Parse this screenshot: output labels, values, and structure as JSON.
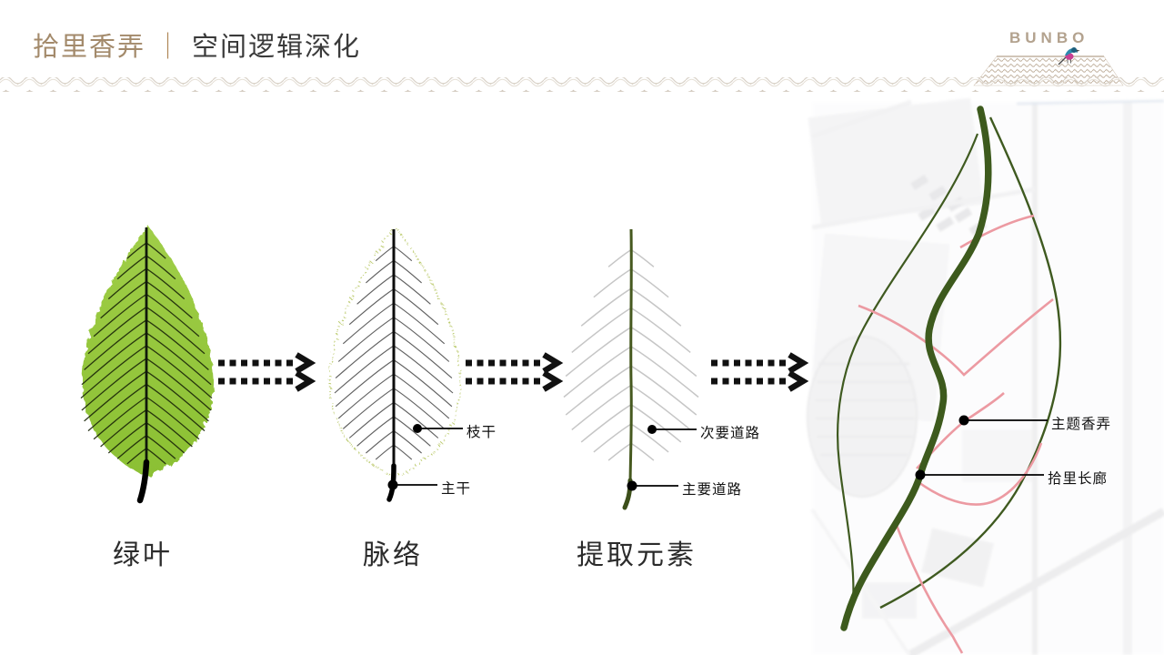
{
  "header": {
    "title_primary": "拾里香弄",
    "title_divider": "｜",
    "title_secondary": "空间逻辑深化"
  },
  "logo": {
    "brand": "BUNBO",
    "icon": "tiled-roof-with-bird"
  },
  "diagram": {
    "captions": {
      "step1": "绿叶",
      "step2": "脉络",
      "step3": "提取元素"
    },
    "callouts": {
      "branch": "枝干",
      "trunk": "主干",
      "secondary_road": "次要道路",
      "main_road": "主要道路",
      "theme_lane": "主题香弄",
      "corridor": "拾里长廊"
    },
    "icons": {
      "arrow": "double-dashed-arrow-right",
      "divider": "wavy-lace-line"
    }
  },
  "colors": {
    "title_accent": "#a38a6b",
    "title_dark": "#3a3a3a",
    "leaf_green": "#97c83d",
    "vein_dark": "#1b2609",
    "outline_dot_green": "#b9c968",
    "extract_center_green": "#46591f",
    "branch_gray": "#c6c6c6",
    "spine_green": "#3d5a1d",
    "road_pink": "#ec9aa2",
    "logo_tan": "#b3a28e",
    "wave_tan": "#d8d1c7",
    "arrow_black": "#111111"
  }
}
